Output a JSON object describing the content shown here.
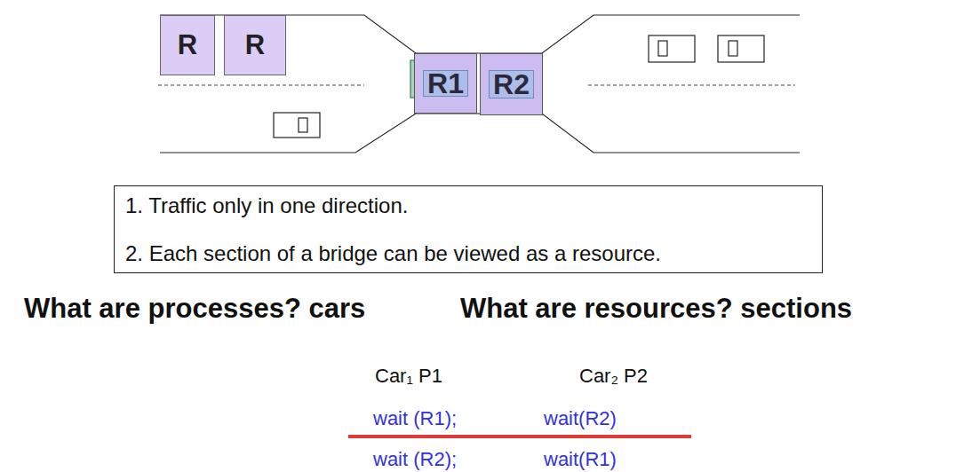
{
  "diagram": {
    "nodes": [
      {
        "text": [
          "R"
        ]
      },
      {
        "text": [
          "R"
        ]
      },
      {
        "text": [
          "R1"
        ]
      },
      {
        "text": [
          "R2"
        ]
      },
      {
        "text": [
          "1. Traffic only in one direction.",
          "2. Each section of a bridge can be viewed as a resource."
        ]
      }
    ],
    "labels": [
      "What are processes? cars",
      "What are resources? sections",
      "Car₁ P1",
      "Car₂ P2",
      "wait (R1);",
      "wait(R2)",
      "wait (R2);",
      "wait(R1)"
    ]
  }
}
